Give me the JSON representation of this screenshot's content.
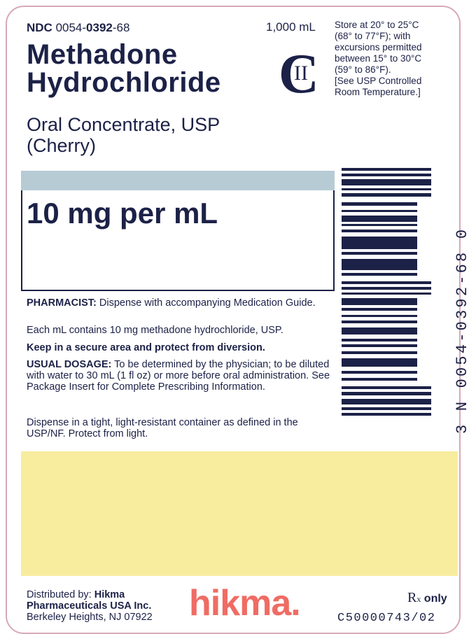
{
  "header": {
    "ndc_prefix": "NDC",
    "ndc_part1": " 0054-",
    "ndc_part2": "0392",
    "ndc_part3": "-68",
    "volume": "1,000 mL"
  },
  "storage": "Store at 20° to 25°C\n(68° to 77°F); with\nexcursions permitted\nbetween 15° to 30°C\n(59° to 86°F).\n[See USP Controlled\nRoom Temperature.]",
  "product": {
    "name": "Methadone\nHydrochloride",
    "schedule_c": "C",
    "schedule_roman": "II",
    "form": "Oral Concentrate, USP\n(Cherry)",
    "strength": "10 mg per mL"
  },
  "text": {
    "pharmacist_label": "PHARMACIST:",
    "pharmacist_text": " Dispense with accompanying Medication Guide.",
    "each_ml": "Each mL contains 10 mg methadone hydrochloride, USP.",
    "secure": "Keep in a secure area and protect from diversion.",
    "dosage_label": "USUAL DOSAGE:",
    "dosage_text": " To be determined by the physician; to be diluted with water to 30 mL (1 fl oz) or more before oral administration. See Package Insert for Complete Prescribing Information.",
    "dispense": "Dispense in a tight, light-resistant container as defined in the USP/NF. Protect from light."
  },
  "barcode": {
    "number": "3 N   0054-0392-68   0"
  },
  "footer": {
    "distributed_label": "Distributed by: ",
    "company_line1": "Hikma",
    "company_line2": "Pharmaceuticals USA Inc.",
    "address": "Berkeley Heights, NJ 07922",
    "logo": "hikma.",
    "rx_r": "R",
    "rx_x": "x",
    "rx_only": " only",
    "code": "C50000743/02"
  },
  "colors": {
    "ink": "#1c2147",
    "border": "#d7a9b6",
    "strength_band": "#b7cbd5",
    "yellow_panel": "#f8ec9f",
    "logo": "#ef6c64"
  }
}
